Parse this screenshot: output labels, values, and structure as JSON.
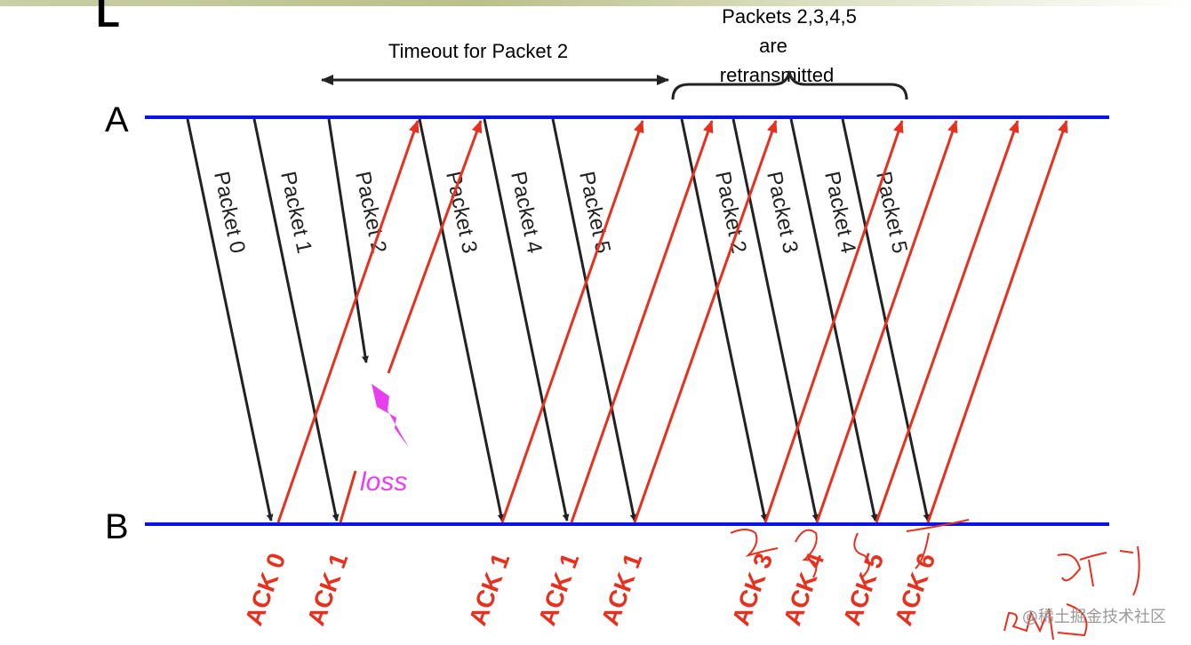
{
  "slide_letter": "L",
  "hosts": {
    "a": "A",
    "b": "B"
  },
  "timeout_label": "Timeout for Packet 2",
  "retransmit_note": [
    "Packets 2,3,4,5",
    "are",
    "retransmitted"
  ],
  "packets": [
    "Packet 0",
    "Packet 1",
    "Packet 2",
    "Packet 3",
    "Packet 4",
    "Packet 5",
    "Packet 2",
    "Packet 3",
    "Packet 4",
    "Packet 5"
  ],
  "acks": [
    "ACK 0",
    "ACK 1",
    "ACK 1",
    "ACK 1",
    "ACK 1",
    "ACK 3",
    "ACK 4",
    "ACK 5",
    "ACK 6"
  ],
  "loss_label": "loss",
  "watermark": "@稀土掘金技术社区",
  "colors": {
    "line": "#0a14e6",
    "packet": "#222222",
    "ack": "#e8301e",
    "loss": "#e83ef0"
  }
}
